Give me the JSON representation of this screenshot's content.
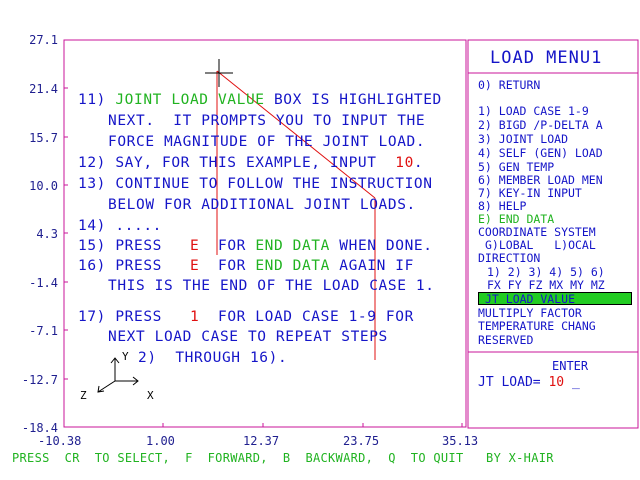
{
  "plot": {
    "y_ticks": [
      "27.1",
      "21.4",
      "15.7",
      "10.0",
      "4.3",
      "-1.4",
      "-7.1",
      "-12.7",
      "-18.4"
    ],
    "x_ticks": [
      "-10.38",
      "1.00",
      "12.37",
      "23.75",
      "35.13"
    ],
    "axis_y": "Y",
    "axis_x": "X",
    "axis_z": "Z"
  },
  "instructions": {
    "l1_num": "11)",
    "l1_green": "JOINT LOAD VALUE",
    "l1_rest": " BOX IS HIGHLIGHTED",
    "l2": "NEXT.  IT PROMPTS YOU TO INPUT THE",
    "l3": "FORCE MAGNITUDE OF THE JOINT LOAD.",
    "l4_num": "12)",
    "l4_text": "SAY, FOR THIS EXAMPLE, INPUT  ",
    "l4_val": "10",
    "l4_end": ".",
    "l5_num": "13)",
    "l5_text": "CONTINUE TO FOLLOW THE INSTRUCTION",
    "l6": "BELOW FOR ADDITIONAL JOINT LOADS.",
    "l7_num": "14)",
    "l7_text": ".....",
    "l8_num": "15)",
    "l8_a": "PRESS   ",
    "l8_e": "E",
    "l8_b": "  FOR ",
    "l8_green": "END DATA",
    "l8_c": " WHEN DONE.",
    "l9_num": "16)",
    "l9_a": "PRESS   ",
    "l9_e": "E",
    "l9_b": "  FOR ",
    "l9_green": "END DATA",
    "l9_c": " AGAIN IF",
    "l10": "THIS IS THE END OF THE LOAD CASE 1.",
    "l11_num": "17)",
    "l11_a": "PRESS   ",
    "l11_val": "1",
    "l11_b": "  FOR LOAD CASE 1-9 FOR",
    "l12": "NEXT LOAD CASE TO REPEAT STEPS",
    "l13": "2)  THROUGH 16)."
  },
  "menu": {
    "title": "LOAD MENU1",
    "return": "0) RETURN",
    "items": [
      "1) LOAD CASE 1-9",
      "2) BIGD /P-DELTA A",
      "3) JOINT LOAD",
      "4) SELF (GEN) LOAD",
      "5) GEN TEMP",
      "6) MEMBER LOAD MEN",
      "7) KEY-IN INPUT",
      "8) HELP"
    ],
    "end_data": "E) END DATA",
    "coord_title": "COORDINATE SYSTEM",
    "coord_opts": "G)LOBAL   L)OCAL",
    "direction": "DIRECTION",
    "dir_nums": "1) 2) 3) 4) 5) 6)",
    "dir_labels": "FX FY FZ MX MY MZ",
    "highlight": "JT LOAD VALUE",
    "multiply": "MULTIPLY FACTOR",
    "temperature": "TEMPERATURE CHANG",
    "reserved": "RESERVED",
    "enter": "ENTER",
    "prompt": "JT LOAD=",
    "prompt_value": "10",
    "cursor": "_"
  },
  "status_bar": "PRESS  CR  TO SELECT,  F  FORWARD,  B  BACKWARD,  Q  TO QUIT   BY X-HAIR",
  "colors": {
    "text_blue": "#1515c8",
    "highlight_green": "#21b321",
    "value_red": "#e01010",
    "frame_magenta": "#c8149a"
  }
}
